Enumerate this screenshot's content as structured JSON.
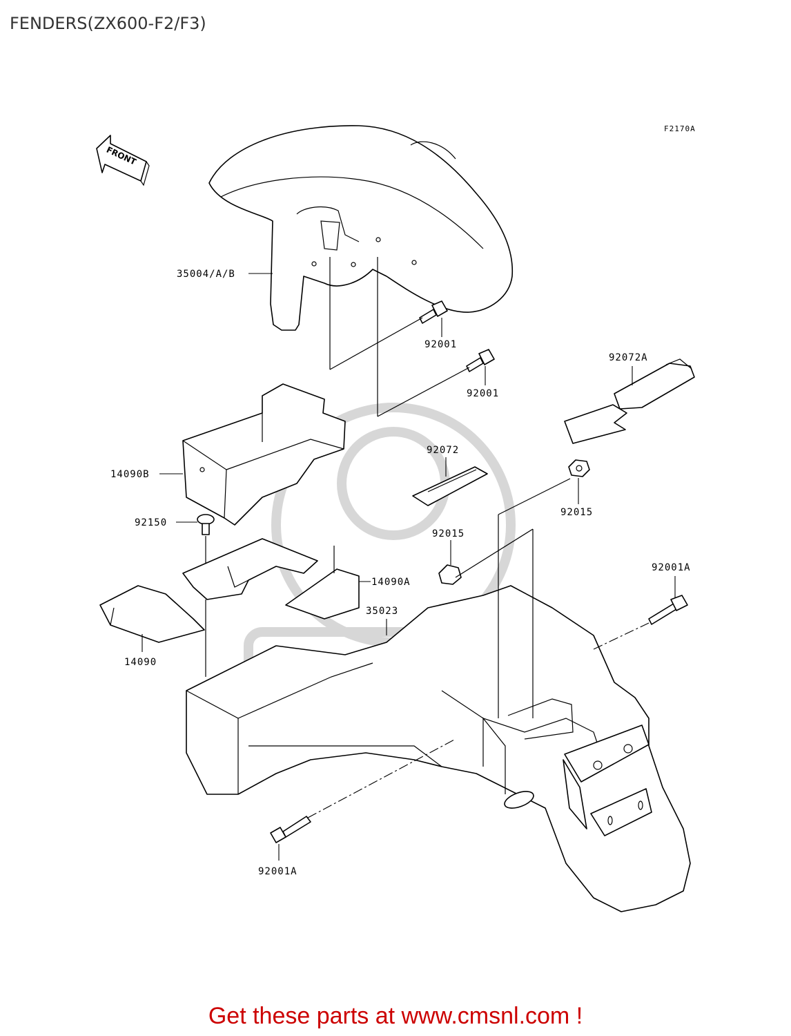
{
  "page_title": "FENDERS(ZX600-F2/F3)",
  "figure_code": "F2170A",
  "direction_arrow": "FRONT",
  "parts": [
    {
      "id": "front-fender",
      "label": "35004/A/B"
    },
    {
      "id": "bolt-upper",
      "label": "92001"
    },
    {
      "id": "bolt-lower",
      "label": "92001"
    },
    {
      "id": "battery-case",
      "label": "14090B"
    },
    {
      "id": "tool-strap-a",
      "label": "92072A"
    },
    {
      "id": "battery-strap",
      "label": "92072"
    },
    {
      "id": "bolt-92150",
      "label": "92150"
    },
    {
      "id": "nut-upper",
      "label": "92015"
    },
    {
      "id": "nut-lower",
      "label": "92015"
    },
    {
      "id": "cover-14090a",
      "label": "14090A"
    },
    {
      "id": "bracket-35023",
      "label": "35023"
    },
    {
      "id": "bolt-rear-upper",
      "label": "92001A"
    },
    {
      "id": "cover-14090",
      "label": "14090"
    },
    {
      "id": "bolt-rear-lower",
      "label": "92001A"
    }
  ],
  "footer": {
    "text": "Get these parts at www.cmsnl.com !"
  },
  "colors": {
    "footer": "#cc0000",
    "title": "#333333",
    "line": "#000000",
    "watermark": "#d7d7d7"
  }
}
